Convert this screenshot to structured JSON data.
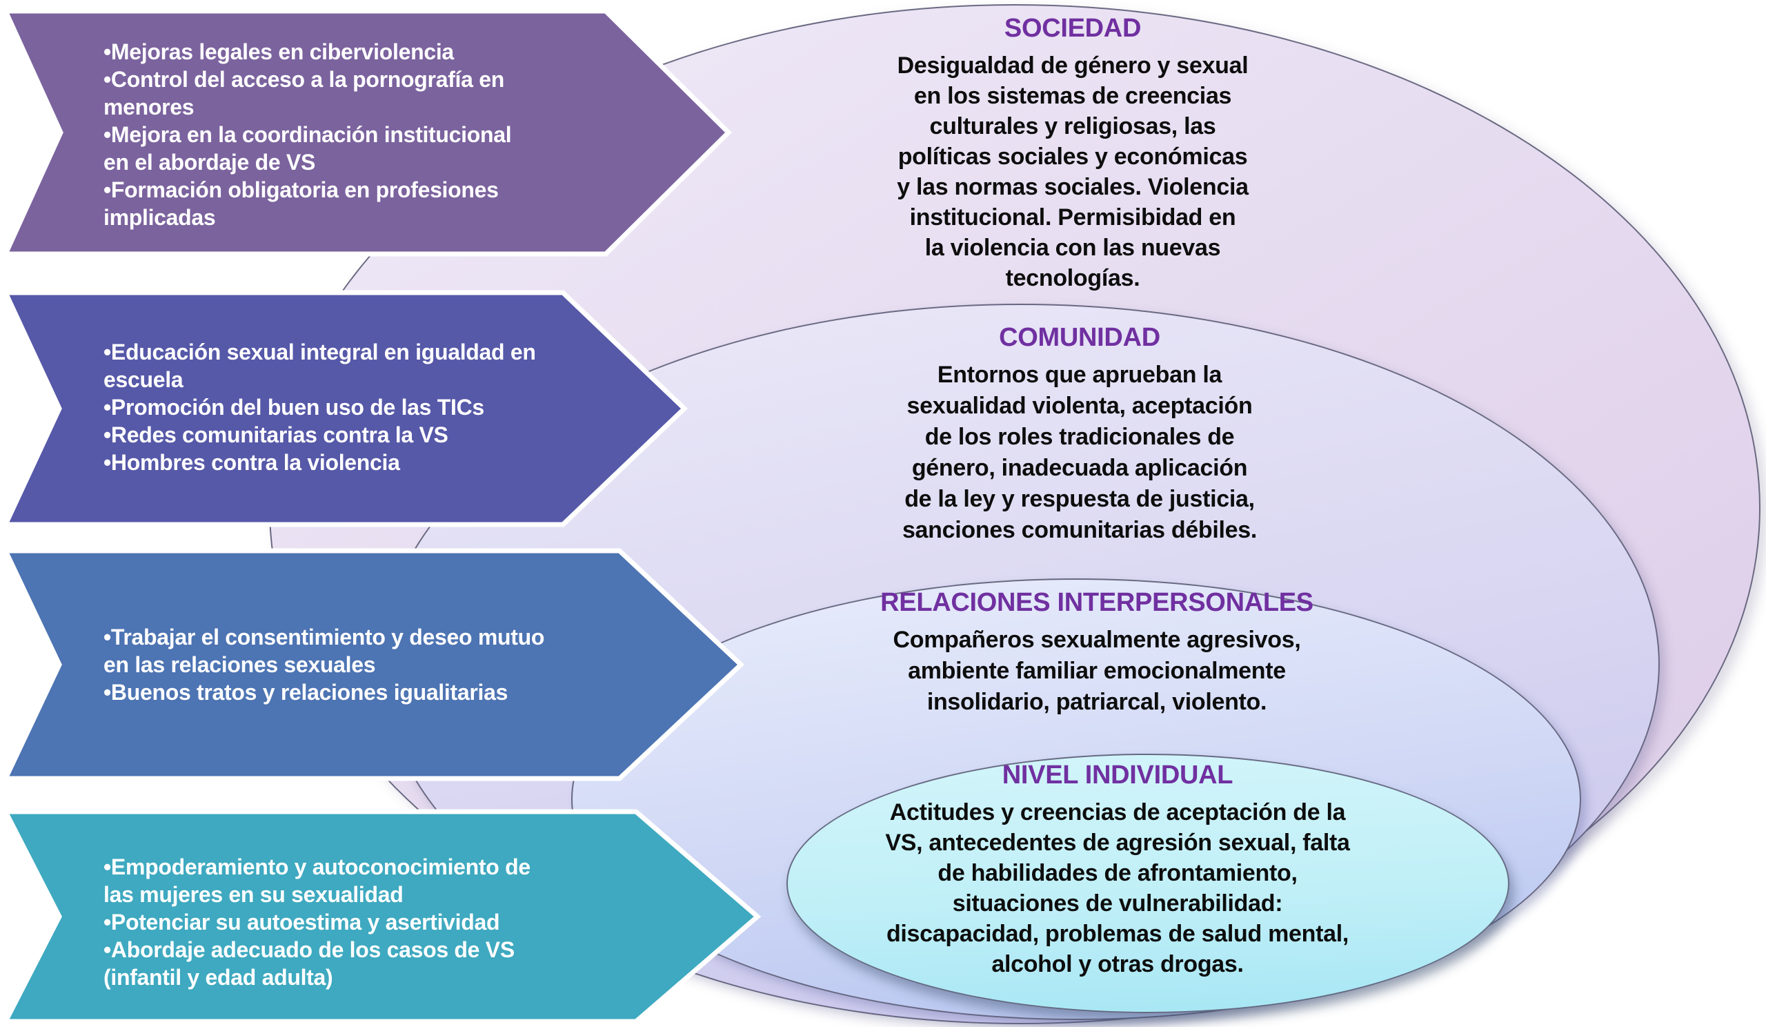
{
  "diagram": {
    "palette": {
      "title_color": "#7030a0",
      "body_text_color": "#0d0d0d",
      "arrow_text_color": "#ffffff",
      "ellipse_border_color": "#5c5c76",
      "ellipse_fills": [
        {
          "level": "SOCIEDAD",
          "top": "#f0ebf8",
          "bottom": "#dccae6"
        },
        {
          "level": "COMUNIDAD",
          "top": "#ece9f8",
          "bottom": "#c6c3ec"
        },
        {
          "level": "RELACIONES INTERPERSONALES",
          "top": "#e9edfb",
          "bottom": "#b2c2ef"
        },
        {
          "level": "NIVEL INDIVIDUAL",
          "top": "#d2f5fa",
          "bottom": "#a6e6f4"
        }
      ]
    },
    "levels": [
      {
        "title": "SOCIEDAD",
        "body": "Desigualdad de género y sexual\nen los sistemas de creencias\nculturales y religiosas, las\npolíticas sociales y económicas\ny las normas sociales. Violencia\ninstitucional. Permisibidad en\nla violencia con las nuevas\ntecnologías."
      },
      {
        "title": "COMUNIDAD",
        "body": "Entornos que aprueban la\nsexualidad violenta, aceptación\nde los roles tradicionales de\ngénero, inadecuada aplicación\nde la ley y respuesta de justicia,\nsanciones comunitarias débiles."
      },
      {
        "title": "RELACIONES INTERPERSONALES",
        "body": "Compañeros sexualmente agresivos,\nambiente familiar emocionalmente\ninsolidario, patriarcal, violento."
      },
      {
        "title": "NIVEL INDIVIDUAL",
        "body": "Actitudes y creencias de aceptación de la\nVS, antecedentes de agresión sexual, falta\nde habilidades de afrontamiento,\nsituaciones de vulnerabilidad:\ndiscapacidad, problemas de salud mental,\nalcohol y otras drogas."
      }
    ],
    "arrows": [
      {
        "color": "#7b639e",
        "bullets": [
          "Mejoras legales en ciberviolencia",
          "Control del acceso a la pornografía en\nmenores",
          "Mejora en la coordinación institucional\nen el abordaje de VS",
          "Formación obligatoria en profesiones\nimplicadas"
        ]
      },
      {
        "color": "#5658a8",
        "bullets": [
          "Educación sexual integral en igualdad en\nescuela",
          "Promoción del buen uso de las TICs",
          "Redes comunitarias contra la VS",
          "Hombres contra la violencia"
        ]
      },
      {
        "color": "#4d74b3",
        "bullets": [
          "Trabajar el consentimiento y deseo mutuo\nen las relaciones sexuales",
          "Buenos tratos y relaciones igualitarias"
        ]
      },
      {
        "color": "#3ea9c0",
        "bullets": [
          "Empoderamiento y autoconocimiento de\nlas mujeres en su sexualidad",
          "Potenciar su autoestima y asertividad",
          "Abordaje adecuado de los casos de VS\n(infantil y edad adulta)"
        ]
      }
    ]
  }
}
